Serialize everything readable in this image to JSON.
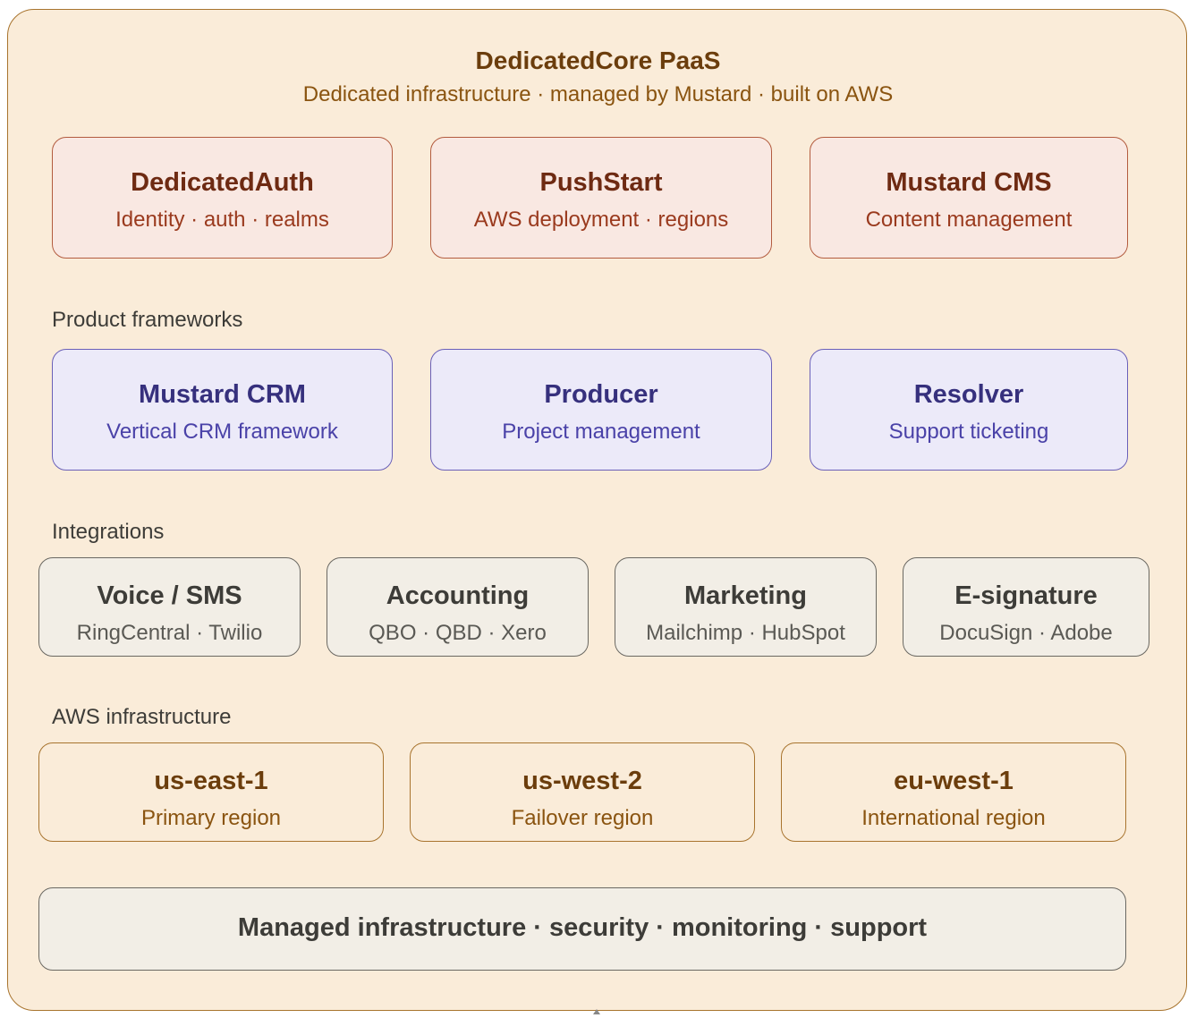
{
  "diagram": {
    "title": "DedicatedCore PaaS",
    "subtitle": "Dedicated infrastructure · managed by Mustard · built on AWS",
    "core_services": [
      {
        "name": "DedicatedAuth",
        "desc": "Identity · auth · realms"
      },
      {
        "name": "PushStart",
        "desc": "AWS deployment · regions"
      },
      {
        "name": "Mustard CMS",
        "desc": "Content management"
      }
    ],
    "frameworks": {
      "label": "Product frameworks",
      "items": [
        {
          "name": "Mustard CRM",
          "desc": "Vertical CRM framework"
        },
        {
          "name": "Producer",
          "desc": "Project management"
        },
        {
          "name": "Resolver",
          "desc": "Support ticketing"
        }
      ]
    },
    "integrations": {
      "label": "Integrations",
      "items": [
        {
          "name": "Voice / SMS",
          "desc": "RingCentral · Twilio"
        },
        {
          "name": "Accounting",
          "desc": "QBO · QBD · Xero"
        },
        {
          "name": "Marketing",
          "desc": "Mailchimp · HubSpot"
        },
        {
          "name": "E-signature",
          "desc": "DocuSign · Adobe"
        }
      ]
    },
    "aws": {
      "label": "AWS infrastructure",
      "items": [
        {
          "name": "us-east-1",
          "desc": "Primary region"
        },
        {
          "name": "us-west-2",
          "desc": "Failover region"
        },
        {
          "name": "eu-west-1",
          "desc": "International region"
        }
      ]
    },
    "managed": "Managed infrastructure · security · monitoring · support",
    "colors": {
      "outer_fill": "#faecd9",
      "outer_stroke": "#a8742e",
      "core_fill": "#f9e8e2",
      "core_stroke": "#b35c3f",
      "framework_fill": "#eceaf9",
      "framework_stroke": "#6a60b8",
      "integration_fill": "#f2eee6",
      "integration_stroke": "#6a6862"
    }
  }
}
